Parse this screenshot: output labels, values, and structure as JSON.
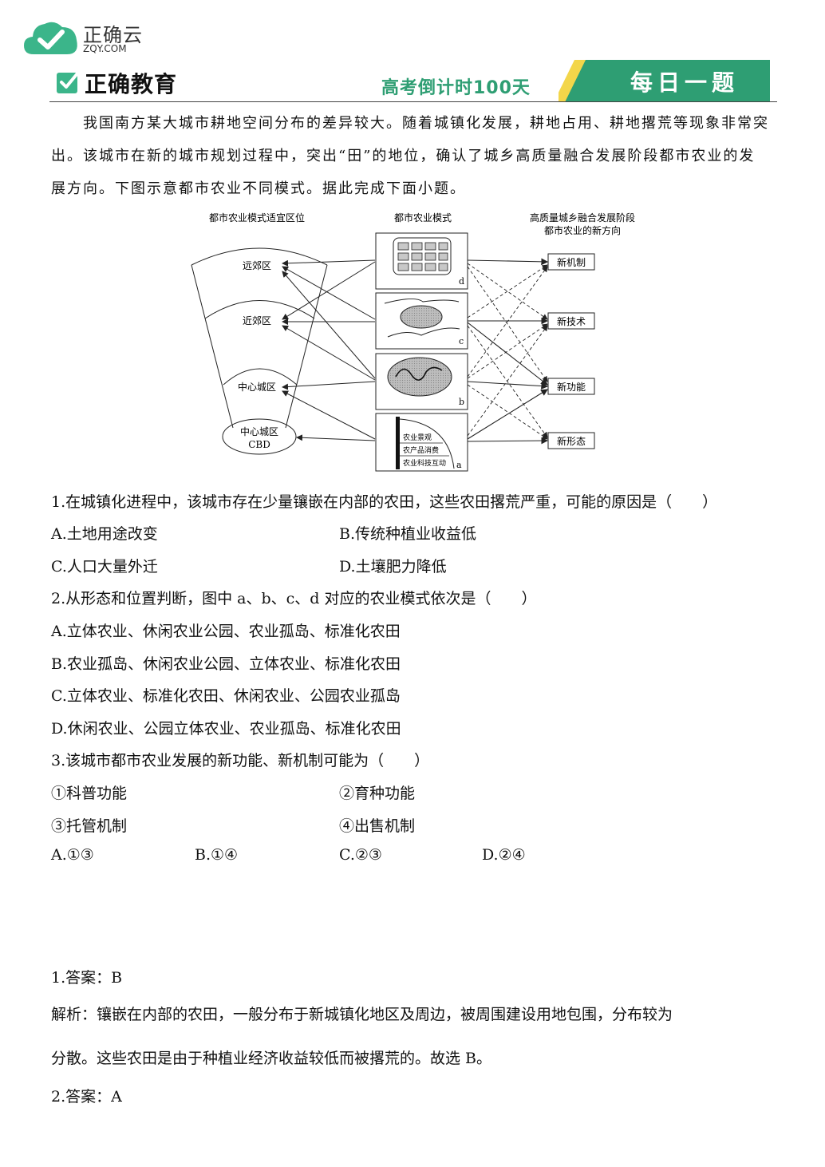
{
  "header": {
    "logo_cn": "正确云",
    "logo_en": "ZQY.COM",
    "brand": "正确教育",
    "countdown": "高考倒计时100天",
    "banner": "每日一题"
  },
  "intro": "我国南方某大城市耕地空间分布的差异较大。随着城镇化发展，耕地占用、耕地撂荒等现象非常突出。该城市在新的城市规划过程中，突出“田”的地位，确认了城乡高质量融合发展阶段都市农业的发展方向。下图示意都市农业不同模式。据此完成下面小题。",
  "figure": {
    "col1_title": "都市农业模式适宜区位",
    "col2_title": "都市农业模式",
    "col3_title_1": "高质量城乡融合发展阶段",
    "col3_title_2": "都市农业的新方向",
    "zones": [
      "远郊区",
      "近郊区",
      "中心城区",
      "中心城区",
      "CBD"
    ],
    "directions": [
      "新机制",
      "新技术",
      "新功能",
      "新形态"
    ],
    "panel_letters": [
      "d",
      "c",
      "b",
      "a"
    ],
    "panel_a_labels": [
      "农业景观",
      "农产品消费",
      "农业科技互动"
    ]
  },
  "questions": [
    {
      "stem": "1.在城镇化进程中，该城市存在少量镶嵌在内部的农田，这些农田撂荒严重，可能的原因是（　　）",
      "options": [
        "A.土地用途改变",
        "B.传统种植业收益低",
        "C.人口大量外迁",
        "D.土壤肥力降低"
      ]
    },
    {
      "stem": "2.从形态和位置判断，图中 a、b、c、d 对应的农业模式依次是（　　）",
      "options": [
        "A.立体农业、休闲农业公园、农业孤岛、标准化农田",
        "B.农业孤岛、休闲农业公园、立体农业、标准化农田",
        "C.立体农业、标准化农田、休闲农业、公园农业孤岛",
        "D.休闲农业、公园立体农业、农业孤岛、标准化农田"
      ]
    },
    {
      "stem": "3.该城市都市农业发展的新功能、新机制可能为（　　）",
      "items": [
        "①科普功能",
        "②育种功能",
        "③托管机制",
        "④出售机制"
      ],
      "options": [
        "A.①③",
        "B.①④",
        "C.②③",
        "D.②④"
      ]
    }
  ],
  "answers": {
    "a1": "1.答案：B",
    "e1_line1": "解析：镶嵌在内部的农田，一般分布于新城镇化地区及周边，被周围建设用地包围，分布较为",
    "e1_line2": "分散。这些农田是由于种植业经济收益较低而被撂荒的。故选 B。",
    "a2": "2.答案：A"
  }
}
